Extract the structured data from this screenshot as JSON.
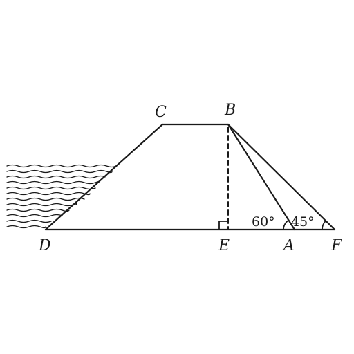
{
  "points": {
    "A": "A",
    "B": "B",
    "C": "C",
    "D": "D",
    "E": "E",
    "F": "F"
  },
  "angles": {
    "at_A": "60°",
    "at_F": "45°"
  },
  "colors": {
    "ink": "#1a1a1a",
    "background": "#ffffff"
  }
}
